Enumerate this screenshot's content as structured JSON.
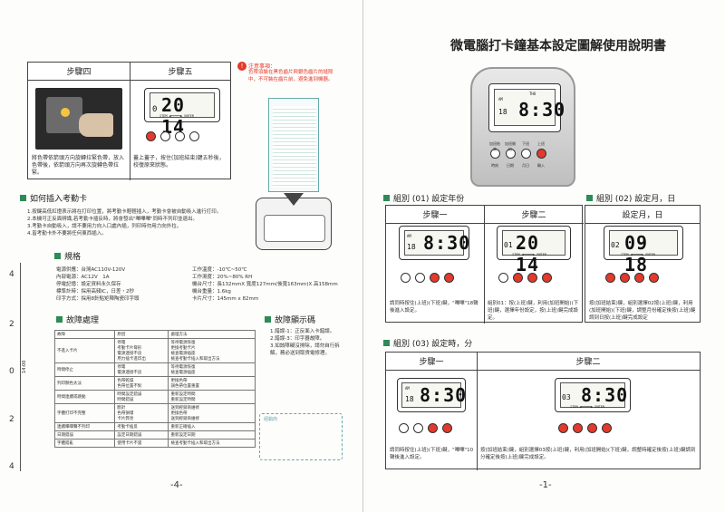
{
  "left": {
    "step4": {
      "title": "步驟四",
      "desc": "將色帶依箭頭方向旋轉拉緊色帶，放入色帶後，依箭頭方向再次旋轉色帶拉緊。"
    },
    "step5": {
      "title": "步驟五",
      "desc": "蓋上蓋子，按住(加班結束)鍵五秒後，校復原來狀態。",
      "lcd_left": "0",
      "lcd_big": "20 14",
      "lcd_sub": "ITEM ◀━━━━━▶ ENTER"
    },
    "notice": {
      "title": "注意事項：",
      "body": "色帶須裝在黑色齒片與銀色齒片的縫隙中，不可裝在齒片前，避免進到機器。"
    },
    "insert": {
      "title": "如何插入考勤卡",
      "lines": [
        "1.按鍵高低紅燈表示將在打印位置，將考勤卡輕輕插入，考勤卡會被自動吸入進行打印。",
        "2.本機可正反面辨識,若考勤卡插反時，將會發出\"嗶嗶嗶\"同時不列印並退出。",
        "3.考勤卡自動吸入，請不要用力向入口處內插，列印時勿用力向外拉。",
        "4.皆考勤卡外不要將任何東西插入。"
      ]
    },
    "spec": {
      "title": "規格",
      "left_lines": [
        "電源供應：台灣AC110V-120V",
        "內部電源：AC12V　1A",
        "停電記憶：設定資料永久保存",
        "標準計時：採用高頻IC，日差・2秒",
        "印字方式：採用8針點矩陣陶瓷印字頭"
      ],
      "right_lines": [
        "工作溫度：-10℃~50℃",
        "工作濕度：20%~80% RH",
        "機台尺寸：長132mmX 寬度127mm(後寬163mm)X 高158mm",
        "機台重量：1.6kg",
        "卡片尺寸：145mm x 82mm"
      ]
    },
    "fault": {
      "title": "故障處理",
      "headers": [
        "故障",
        "原因",
        "處理方法"
      ],
      "rows": [
        [
          "不進入卡片",
          "停電\n考勤卡片彎形\n電源連接不良\n用力插卡進印出",
          "等待電源恢復\n更換考勤卡片\n檢查電源插座\n檢查考勤卡插入和取出方法"
        ],
        [
          "時間停止",
          "停電\n電源連接不良",
          "等待電源恢復\n檢查電源插座"
        ],
        [
          "列印顏色太淡",
          "色帶乾燥\n色帶位置不對",
          "更換色帶\n調色帶位置重置"
        ],
        [
          "時間連續或跳動",
          "時間設定錯誤\n時間錯誤",
          "重新設定時間\n重新設定時間"
        ],
        [
          "字體打印不完整",
          "斷針\n色帶損壞\n卡片弊亮",
          "送到經銷商維修\n更換色帶\n送到經銷商維修"
        ],
        [
          "連續嗶嗶聲不列印",
          "考勤卡插反",
          "重新正確插入"
        ],
        [
          "日期錯誤",
          "設定日期錯誤",
          "重新設定日期"
        ],
        [
          "字體錯亂",
          "使用卡片不當",
          "檢查考勤卡插入和取出方法"
        ]
      ]
    },
    "errors": {
      "title": "故障顯示碼",
      "lines": [
        "1.錯誤-1：正反面入卡錯誤。",
        "2.錯誤-3：印字器故障。",
        "3.如該障礙沒排除，請勿自行拆解，務必送到取貨電修理。"
      ],
      "stamp": "經銷商"
    },
    "page_number": "-4-",
    "ruler_labels": [
      "4",
      "2",
      "0",
      "2",
      "4"
    ],
    "ruler_side": "14:00"
  },
  "right": {
    "title": "微電腦打卡鐘基本設定圖解使用說明書",
    "clock_display": {
      "day": "THU",
      "am": "AM",
      "small": "18",
      "big": "8:30"
    },
    "clock_buttons": [
      "加班結束",
      "加班開始",
      "下班",
      "上班"
    ],
    "clock_labels": [
      "時刻",
      "日期",
      "月日",
      "輸入"
    ],
    "group1": {
      "title": "組別 (01) 設定年份",
      "step1": {
        "title": "步驟一",
        "am": "AM",
        "small": "18",
        "big": "8:30",
        "desc": "請同時按住(上班)(下班)鍵，\"嗶嗶\"18聲後進入設定。"
      },
      "step2": {
        "title": "步驟二",
        "left": "01",
        "big": "20 14",
        "desc": "組別01：按(上班)鍵，利用(加班開始)(下班)鍵，選擇年份設定，按(上班)鍵完成設定。"
      }
    },
    "group2": {
      "title": "組別 (02) 設定月，日",
      "step": {
        "title": "設定月，日",
        "left": "02",
        "big": "09 18",
        "desc": "按(加班結束)鍵，組別選擇02按(上班)鍵，利用(加班開始)(下班)鍵，調整月份確定後按(上班)鍵調到日按(上班)鍵完成設定"
      }
    },
    "group3": {
      "title": "組別 (03) 設定時，分",
      "step1": {
        "title": "步驟一",
        "am": "AM",
        "small": "18",
        "big": "8:30",
        "desc": "請同時按住(上班)(下班)鍵，\"嗶嗶\"10聲後進入設定。"
      },
      "step2": {
        "title": "步驟二",
        "left": "03",
        "big": "8:30",
        "desc": "按(加班結束)鍵，組別選擇03按(上班)鍵，利用(加班開始)(下班)鍵，調整時確定後按(上班)鍵調到分確定後按(上班)鍵完成設定。"
      }
    },
    "lcd_sub": "ITEM ◀━━━━━▶ ENTER",
    "btn_labels": [
      "加班結束",
      "加班開始",
      "下班",
      "上班"
    ],
    "page_number": "-1-"
  }
}
